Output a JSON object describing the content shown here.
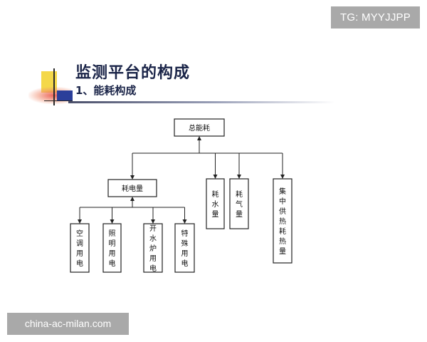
{
  "watermarks": {
    "top": "TG: MYYJJPP",
    "bottom": "china-ac-milan.com"
  },
  "header": {
    "title": "监测平台的构成",
    "subtitle": "1、能耗构成"
  },
  "colors": {
    "title": "#1a2448",
    "deco_yellow": "#f4d84a",
    "deco_red": "#e8483a",
    "deco_blue": "#2b3f9a",
    "watermark_bg": "#a9a9a9"
  },
  "diagram": {
    "nodes": [
      {
        "id": "root",
        "label": "总能耗",
        "orientation": "horizontal"
      },
      {
        "id": "electricity",
        "label": "耗电量",
        "orientation": "horizontal"
      },
      {
        "id": "water",
        "label": "耗水量",
        "orientation": "vertical"
      },
      {
        "id": "gas",
        "label": "耗气量",
        "orientation": "vertical"
      },
      {
        "id": "heating",
        "label": "集中供热耗热量",
        "orientation": "vertical"
      },
      {
        "id": "ac",
        "label": "空调用电",
        "orientation": "vertical"
      },
      {
        "id": "lighting",
        "label": "照明用电",
        "orientation": "vertical"
      },
      {
        "id": "boiler",
        "label": "开水炉用电",
        "orientation": "vertical"
      },
      {
        "id": "special",
        "label": "特殊用电",
        "orientation": "vertical"
      }
    ],
    "edges": [
      {
        "from": "root",
        "to": "electricity"
      },
      {
        "from": "root",
        "to": "water"
      },
      {
        "from": "root",
        "to": "gas"
      },
      {
        "from": "root",
        "to": "heating"
      },
      {
        "from": "electricity",
        "to": "ac"
      },
      {
        "from": "electricity",
        "to": "lighting"
      },
      {
        "from": "electricity",
        "to": "boiler"
      },
      {
        "from": "electricity",
        "to": "special"
      }
    ]
  }
}
